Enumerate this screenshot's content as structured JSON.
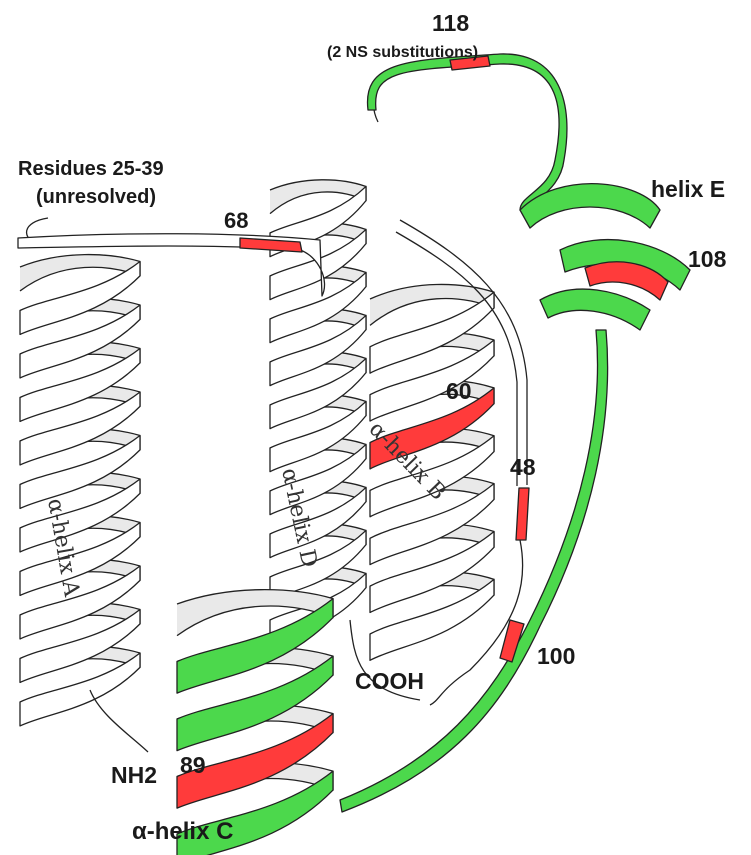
{
  "colors": {
    "ribbon": "#ffffff",
    "green": "#4cd84c",
    "red": "#ff3b3b",
    "outline": "#222222"
  },
  "labels": {
    "res118": "118",
    "ns_subst": "(2 NS substitutions)",
    "residues": "Residues 25-39",
    "unresolved": "(unresolved)",
    "helix_e": "helix E",
    "res108": "108",
    "res68": "68",
    "res60": "60",
    "res48": "48",
    "res100": "100",
    "cooh": "COOH",
    "nh2": "NH2",
    "res89": "89",
    "helix_c": "α-helix C"
  },
  "helix_labels": {
    "a": "α-helix A",
    "d": "α-helix D",
    "b": "α-helix B"
  }
}
